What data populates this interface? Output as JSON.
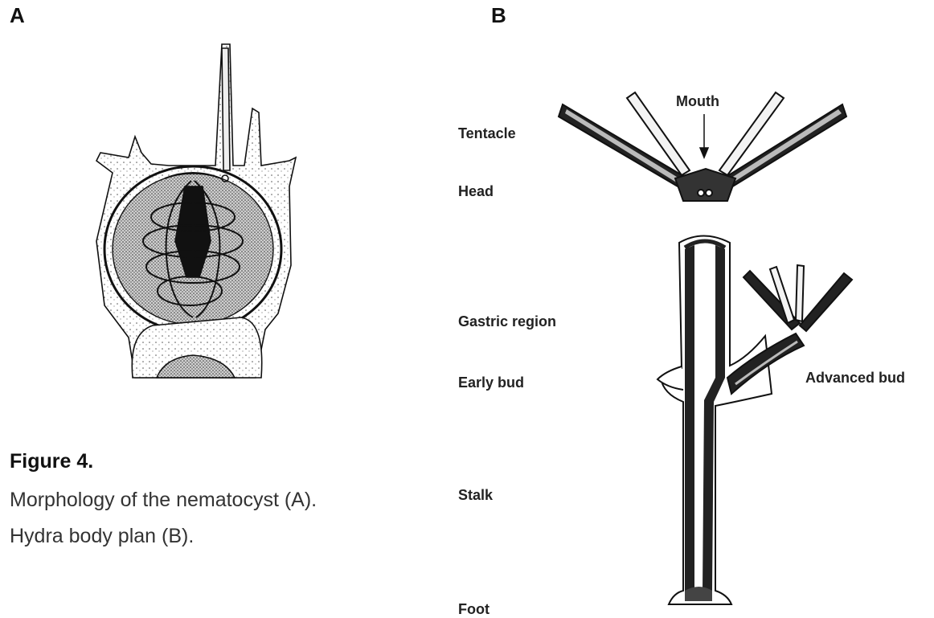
{
  "figure": {
    "panel_a_letter": "A",
    "panel_b_letter": "B",
    "caption_title": "Figure 4.",
    "caption_lines": [
      "Morphology of the nematocyst (A).",
      "Hydra body plan (B)."
    ]
  },
  "hydra_labels": {
    "mouth": "Mouth",
    "tentacle": "Tentacle",
    "head": "Head",
    "gastric_region": "Gastric region",
    "early_bud": "Early bud",
    "advanced_bud": "Advanced bud",
    "stalk": "Stalk",
    "foot": "Foot"
  }
}
